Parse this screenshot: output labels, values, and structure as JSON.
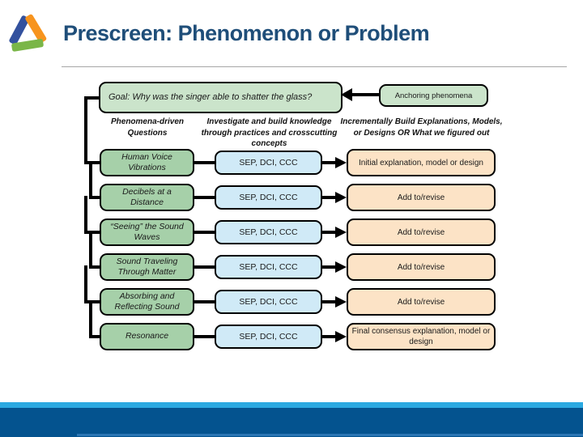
{
  "header": {
    "title": "Prescreen: Phenomenon or Problem"
  },
  "diagram": {
    "goal_text": "Goal:  Why was the singer able to shatter the glass?",
    "anchoring_label": "Anchoring phenomena",
    "columns": {
      "questions": "Phenomena-driven Questions",
      "investigate": "Investigate and build knowledge through practices and crosscutting concepts",
      "build": "Incrementally Build Explanations, Models, or Designs OR What we figured out"
    },
    "rows": [
      {
        "question": "Human Voice Vibrations",
        "process": "SEP, DCI, CCC",
        "outcome": "Initial explanation, model or design"
      },
      {
        "question": "Decibels at a Distance",
        "process": "SEP, DCI, CCC",
        "outcome": "Add to/revise"
      },
      {
        "question": "“Seeing” the Sound Waves",
        "process": "SEP, DCI, CCC",
        "outcome": "Add to/revise"
      },
      {
        "question": "Sound Traveling Through Matter",
        "process": "SEP, DCI, CCC",
        "outcome": "Add to/revise"
      },
      {
        "question": "Absorbing and Reflecting Sound",
        "process": "SEP, DCI, CCC",
        "outcome": "Add to/revise"
      },
      {
        "question": "Resonance",
        "process": "SEP, DCI, CCC",
        "outcome": "Final consensus explanation, model or design"
      }
    ]
  },
  "colors": {
    "title_blue": "#1F4E79",
    "goal_green": "#cbe4cb",
    "question_green": "#a6d0a9",
    "process_blue": "#d0eaf7",
    "outcome_peach": "#fce3c6",
    "footer_light_blue": "#2BA9E1",
    "footer_dark_blue": "#04538F"
  }
}
